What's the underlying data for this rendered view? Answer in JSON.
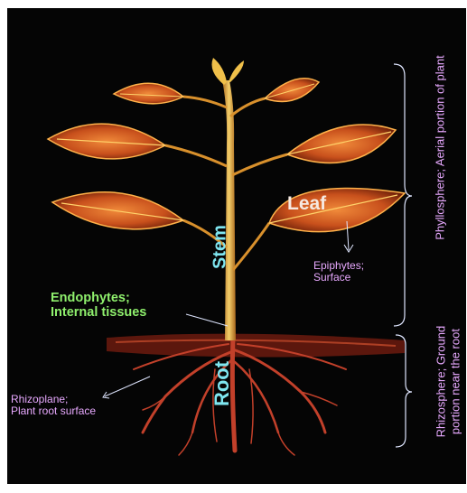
{
  "labels": {
    "leaf": "Leaf",
    "stem": "Stem",
    "root": "Root",
    "epiphytes_line1": "Epiphytes;",
    "epiphytes_line2": "Surface",
    "endophytes_line1": "Endophytes;",
    "endophytes_line2": "Internal tissues",
    "rhizoplane_line1": "Rhizoplane;",
    "rhizoplane_line2": "Plant root surface",
    "phyllosphere": "Phyllosphere; Aerial portion of plant",
    "rhizosphere_line1": "Rhizosphere; Ground",
    "rhizosphere_line2": "portion near the root"
  },
  "colors": {
    "background": "#050505",
    "leaf": "#d8642a",
    "vein": "#ffd26a",
    "stem": "#e9b24a",
    "root": "#c2402a",
    "ground": "#9a2a18",
    "pink_text": "#e8a9ff",
    "cyan_text": "#7fe6f0",
    "green_text": "#8ff06d",
    "bracket": "#dfe6ff"
  }
}
